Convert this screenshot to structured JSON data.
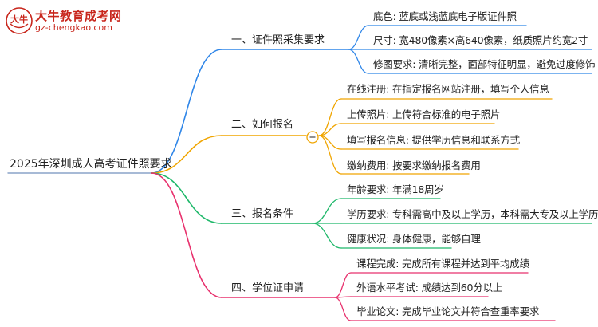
{
  "watermark": {
    "brand": "大牛教育成考网",
    "url": "gz-chengkao.com",
    "seal_chars": "大牛"
  },
  "root": {
    "label": "2025年深圳成人高考证件照要求"
  },
  "branches": [
    {
      "label": "一、证件照采集要求",
      "color": "#2f86e8",
      "children": [
        "底色: 蓝底或浅蓝底电子版证件照",
        "尺寸: 宽480像素×高640像素，纸质照片约宽2寸",
        "修图要求: 清晰完整，面部特征明显，避免过度修饰"
      ]
    },
    {
      "label": "二、如何报名",
      "color": "#f0a500",
      "children": [
        "在线注册: 在指定报名网站注册，填写个人信息",
        "上传照片: 上传符合标准的电子照片",
        "填写报名信息: 提供学历信息和联系方式",
        "缴纳费用: 按要求缴纳报名费用"
      ]
    },
    {
      "label": "三、报名条件",
      "color": "#1fb86a",
      "children": [
        "年龄要求: 年满18周岁",
        "学历要求: 专科需高中及以上学历，本科需大专及以上学历",
        "健康状况: 身体健康，能够自理"
      ]
    },
    {
      "label": "四、学位证申请",
      "color": "#e8326e",
      "children": [
        "课程完成: 完成所有课程并达到平均成绩",
        "外语水平考试: 成绩达到60分以上",
        "毕业论文: 完成毕业论文并符合查重率要求"
      ]
    }
  ],
  "colors": {
    "root_line": "#8aa3c8",
    "seal": "#c8261c"
  }
}
